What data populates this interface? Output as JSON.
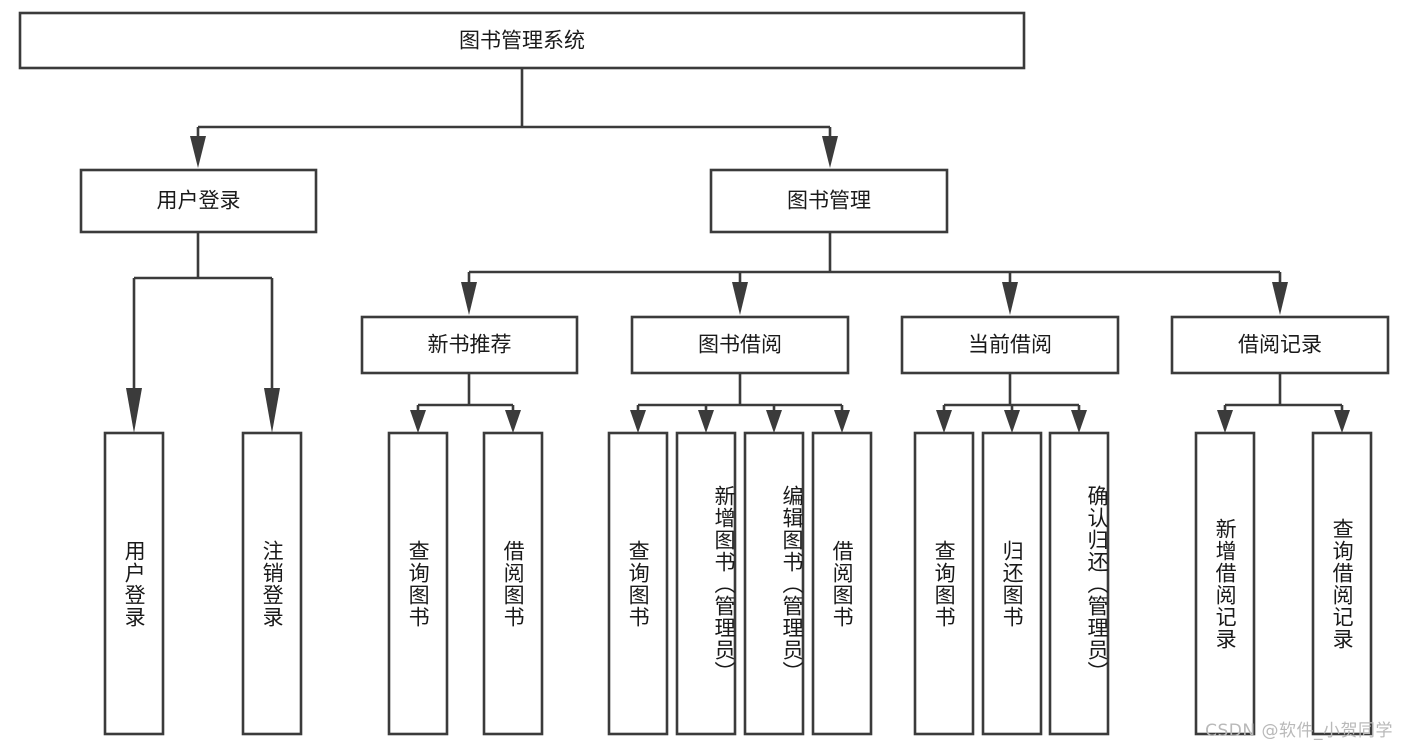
{
  "diagram": {
    "type": "tree",
    "title": "图书管理系统",
    "orientation": "top-down",
    "colors": {
      "box_stroke": "#3b3b3b",
      "box_fill": "#ffffff",
      "text": "#1a1a1a",
      "background": "#ffffff",
      "watermark": "#b9b9b9"
    },
    "root": {
      "label": "图书管理系统"
    },
    "level2": [
      {
        "label": "用户登录"
      },
      {
        "label": "图书管理"
      }
    ],
    "level3": [
      {
        "label": "新书推荐"
      },
      {
        "label": "图书借阅"
      },
      {
        "label": "当前借阅"
      },
      {
        "label": "借阅记录"
      }
    ],
    "leaves": {
      "user_login": [
        {
          "label": "用户登录"
        },
        {
          "label": "注销登录"
        }
      ],
      "new_book_recommend": [
        {
          "label": "查询图书"
        },
        {
          "label": "借阅图书"
        }
      ],
      "book_borrow": [
        {
          "label": "查询图书"
        },
        {
          "label": "新增图书（管理员）"
        },
        {
          "label": "编辑图书（管理员）"
        },
        {
          "label": "借阅图书"
        }
      ],
      "current_borrow": [
        {
          "label": "查询图书"
        },
        {
          "label": "归还图书"
        },
        {
          "label": "确认归还（管理员）"
        }
      ],
      "borrow_record": [
        {
          "label": "新增借阅记录"
        },
        {
          "label": "查询借阅记录"
        }
      ]
    }
  },
  "watermark": {
    "text": "CSDN @软件_小贺同学"
  }
}
